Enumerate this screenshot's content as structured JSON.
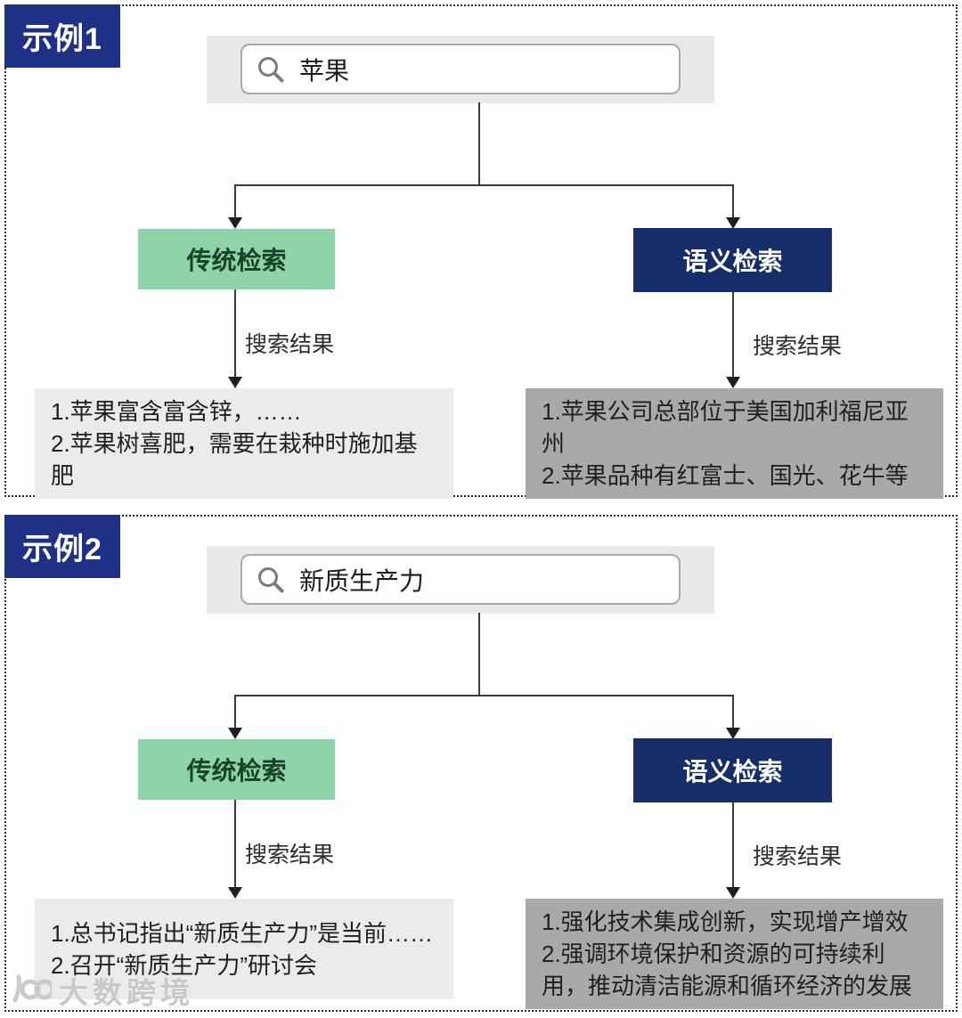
{
  "panels": [
    {
      "label": "示例1",
      "search": {
        "query": "苹果",
        "icon": "magnifier"
      },
      "branches": [
        {
          "name": "传统检索",
          "arrow_label": "搜索结果",
          "results": [
            "1.苹果富含富含锌，……",
            "2.苹果树喜肥，需要在栽种时施加基肥"
          ]
        },
        {
          "name": "语义检索",
          "arrow_label": "搜索结果",
          "results": [
            "1.苹果公司总部位于美国加利福尼亚州",
            "2.苹果品种有红富士、国光、花牛等"
          ]
        }
      ]
    },
    {
      "label": "示例2",
      "search": {
        "query": "新质生产力",
        "icon": "magnifier"
      },
      "branches": [
        {
          "name": "传统检索",
          "arrow_label": "搜索结果",
          "results": [
            "1.总书记指出“新质生产力”是当前……",
            "2.召开“新质生产力”研讨会"
          ]
        },
        {
          "name": "语义检索",
          "arrow_label": "搜索结果",
          "results": [
            "1.强化技术集成创新，实现增产增效",
            "2.强调环境保护和资源的可持续利用，推动清洁能源和循环经济的发展"
          ]
        }
      ]
    }
  ],
  "watermark": {
    "logo": "100",
    "text": "大数跨境"
  },
  "colors": {
    "badge_blue": "#1e3187",
    "semantic_navy": "#152e6a",
    "traditional_green": "#8fd3a8",
    "traditional_text_green": "#17432c",
    "traditional_result_gray": "#ebebeb",
    "semantic_result_gray": "#a9a9a9"
  }
}
